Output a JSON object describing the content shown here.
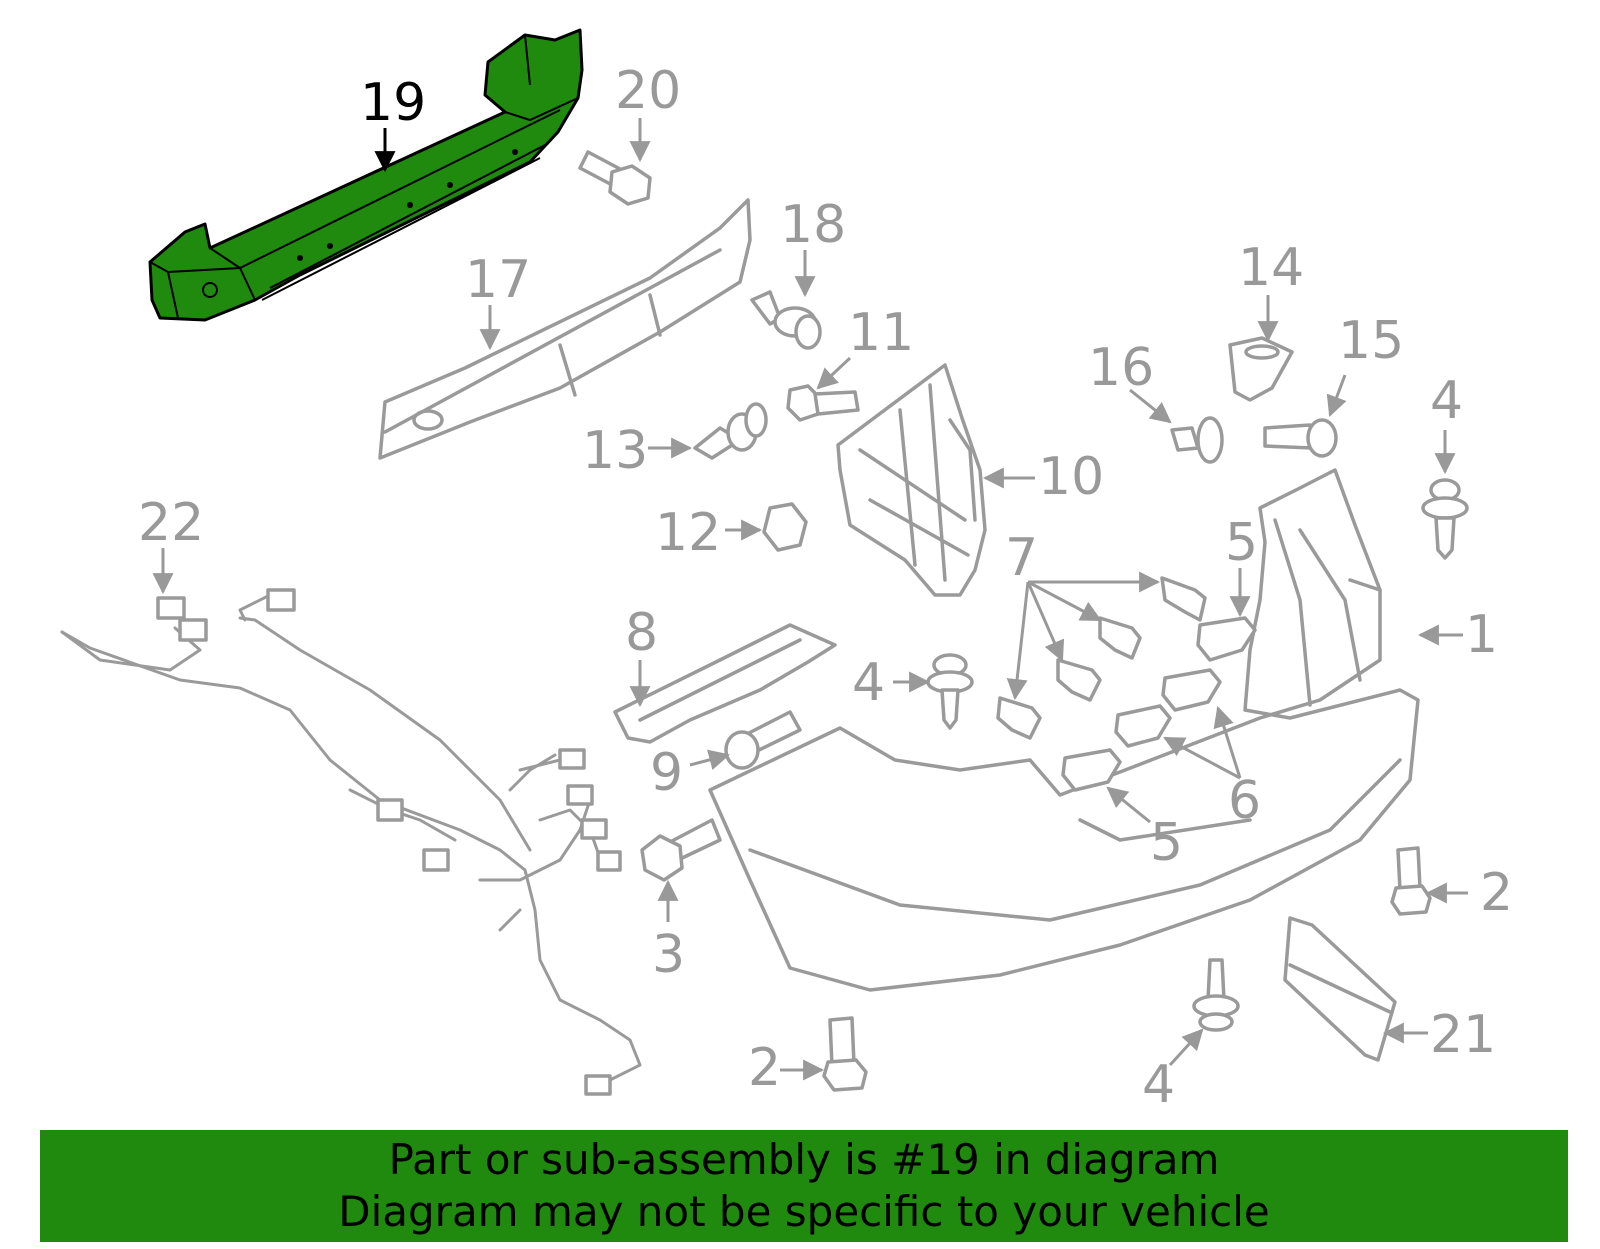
{
  "colors": {
    "highlight": "#1f8a0e",
    "banner": "#1f8a0e",
    "parts": "#9a9a9a",
    "labels": "#999999"
  },
  "highlighted_part": "19",
  "callouts": {
    "c1": "1",
    "c2a": "2",
    "c2b": "2",
    "c3": "3",
    "c4a": "4",
    "c4b": "4",
    "c4c": "4",
    "c5a": "5",
    "c5b": "5",
    "c6": "6",
    "c7": "7",
    "c8": "8",
    "c9": "9",
    "c10": "10",
    "c11": "11",
    "c12": "12",
    "c13": "13",
    "c14": "14",
    "c15": "15",
    "c16": "16",
    "c17": "17",
    "c18": "18",
    "c19": "19",
    "c20": "20",
    "c21": "21",
    "c22": "22"
  },
  "banner": {
    "line1": "Part or sub-assembly is #19 in diagram",
    "line2": "Diagram may not be specific to your vehicle"
  }
}
